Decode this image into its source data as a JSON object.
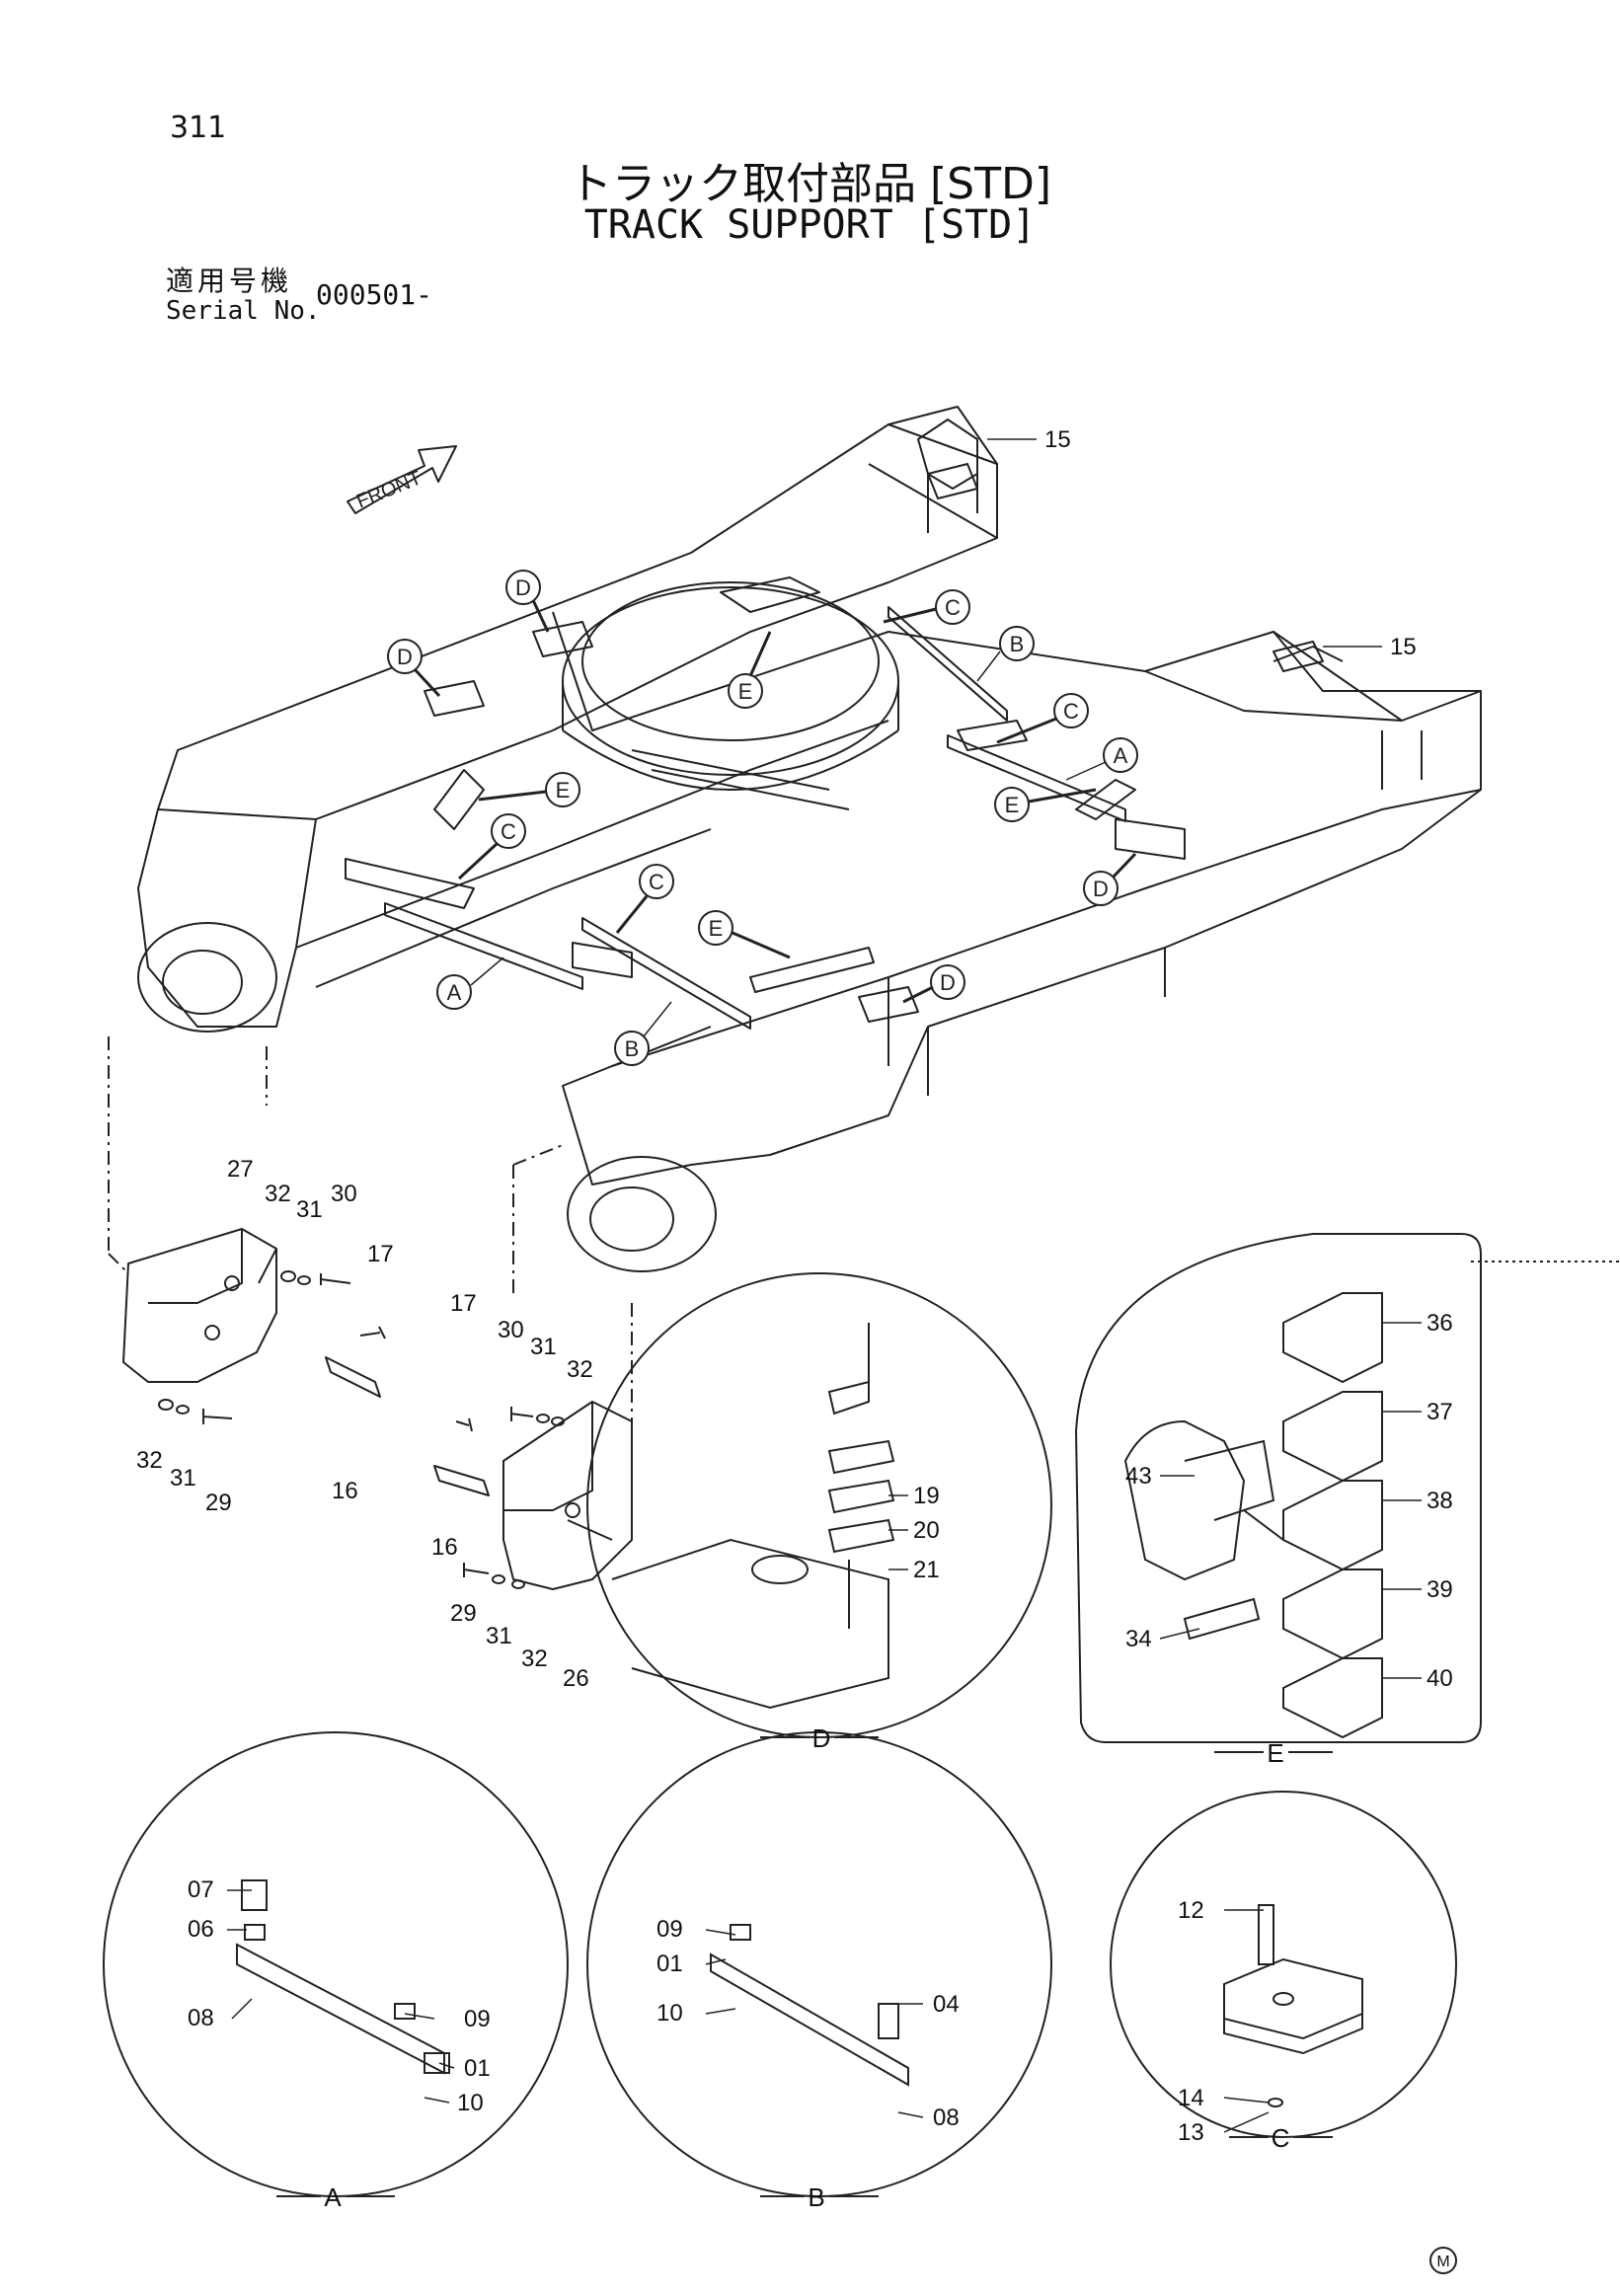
{
  "header": {
    "page_number": "311",
    "title_jp": "トラック取付部品 [STD]",
    "title_en": "TRACK SUPPORT [STD]",
    "serial_label_jp": "適用号機",
    "serial_label_en": "Serial No.",
    "serial_value": "000501-"
  },
  "front_label": "FRONT",
  "part_numbers": {
    "p15a": "15",
    "p15b": "15",
    "p27": "27",
    "p32a": "32",
    "p31a": "31",
    "p30a": "30",
    "p17a": "17",
    "p32b": "32",
    "p31b": "31",
    "p29a": "29",
    "p16a": "16",
    "p17b": "17",
    "p30b": "30",
    "p31c": "31",
    "p32c": "32",
    "p16b": "16",
    "p29b": "29",
    "p31d": "31",
    "p32d": "32",
    "p26": "26",
    "p19": "19",
    "p20": "20",
    "p21": "21",
    "p36": "36",
    "p37": "37",
    "p38": "38",
    "p39": "39",
    "p40": "40",
    "p43": "43",
    "p34": "34",
    "a07": "07",
    "a06": "06",
    "a08": "08",
    "a09": "09",
    "a01": "01",
    "a10": "10",
    "b09": "09",
    "b01": "01",
    "b10": "10",
    "b04": "04",
    "b08": "08",
    "c12": "12",
    "c14": "14",
    "c13": "13"
  },
  "callouts": {
    "d1": "D",
    "d2": "D",
    "d3": "D",
    "d4": "D",
    "e1": "E",
    "e2": "E",
    "e3": "E",
    "e4": "E",
    "c1": "C",
    "c2": "C",
    "c3": "C",
    "c4": "C",
    "b1": "B",
    "b2": "B",
    "a1": "A",
    "a2": "A"
  },
  "detail_labels": {
    "d": "D",
    "e": "E",
    "a": "A",
    "b": "B",
    "c": "C"
  },
  "mark": "M"
}
